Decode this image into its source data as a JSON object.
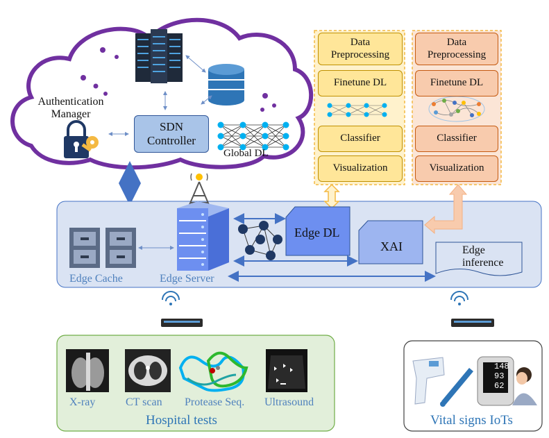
{
  "cloud": {
    "auth_manager": "Authentication\nManager",
    "sdn_controller": "SDN\nController",
    "global_dl": "Global DL"
  },
  "panel_yellow": {
    "data_preprocessing": "Data\nPreprocessing",
    "finetune": "Finetune DL",
    "classifier": "Classifier",
    "visualization": "Visualization"
  },
  "panel_orange": {
    "data_preprocessing": "Data\nPreprocessing",
    "finetune": "Finetune DL",
    "classifier": "Classifier",
    "visualization": "Visualization"
  },
  "edge": {
    "edge_dl": "Edge DL",
    "xai": "XAI",
    "edge_inference": "Edge\ninference",
    "edge_cache": "Edge Cache",
    "edge_server": "Edge Server"
  },
  "hospital": {
    "xray": "X-ray",
    "ct": "CT scan",
    "protease": "Protease Seq.",
    "ultrasound": "Ultrasound",
    "title": "Hospital tests"
  },
  "vitals": {
    "title": "Vital signs IoTs",
    "bp_readings": [
      "148",
      "93",
      "62"
    ]
  },
  "colors": {
    "cloud_border": "#7030a0",
    "edge_band": "#dae3f3",
    "arrow_blue": "#4472c4",
    "yellow_panel": "#fff2cc",
    "orange_panel": "#fbe5d6",
    "hospital_bg": "#e2efda"
  }
}
